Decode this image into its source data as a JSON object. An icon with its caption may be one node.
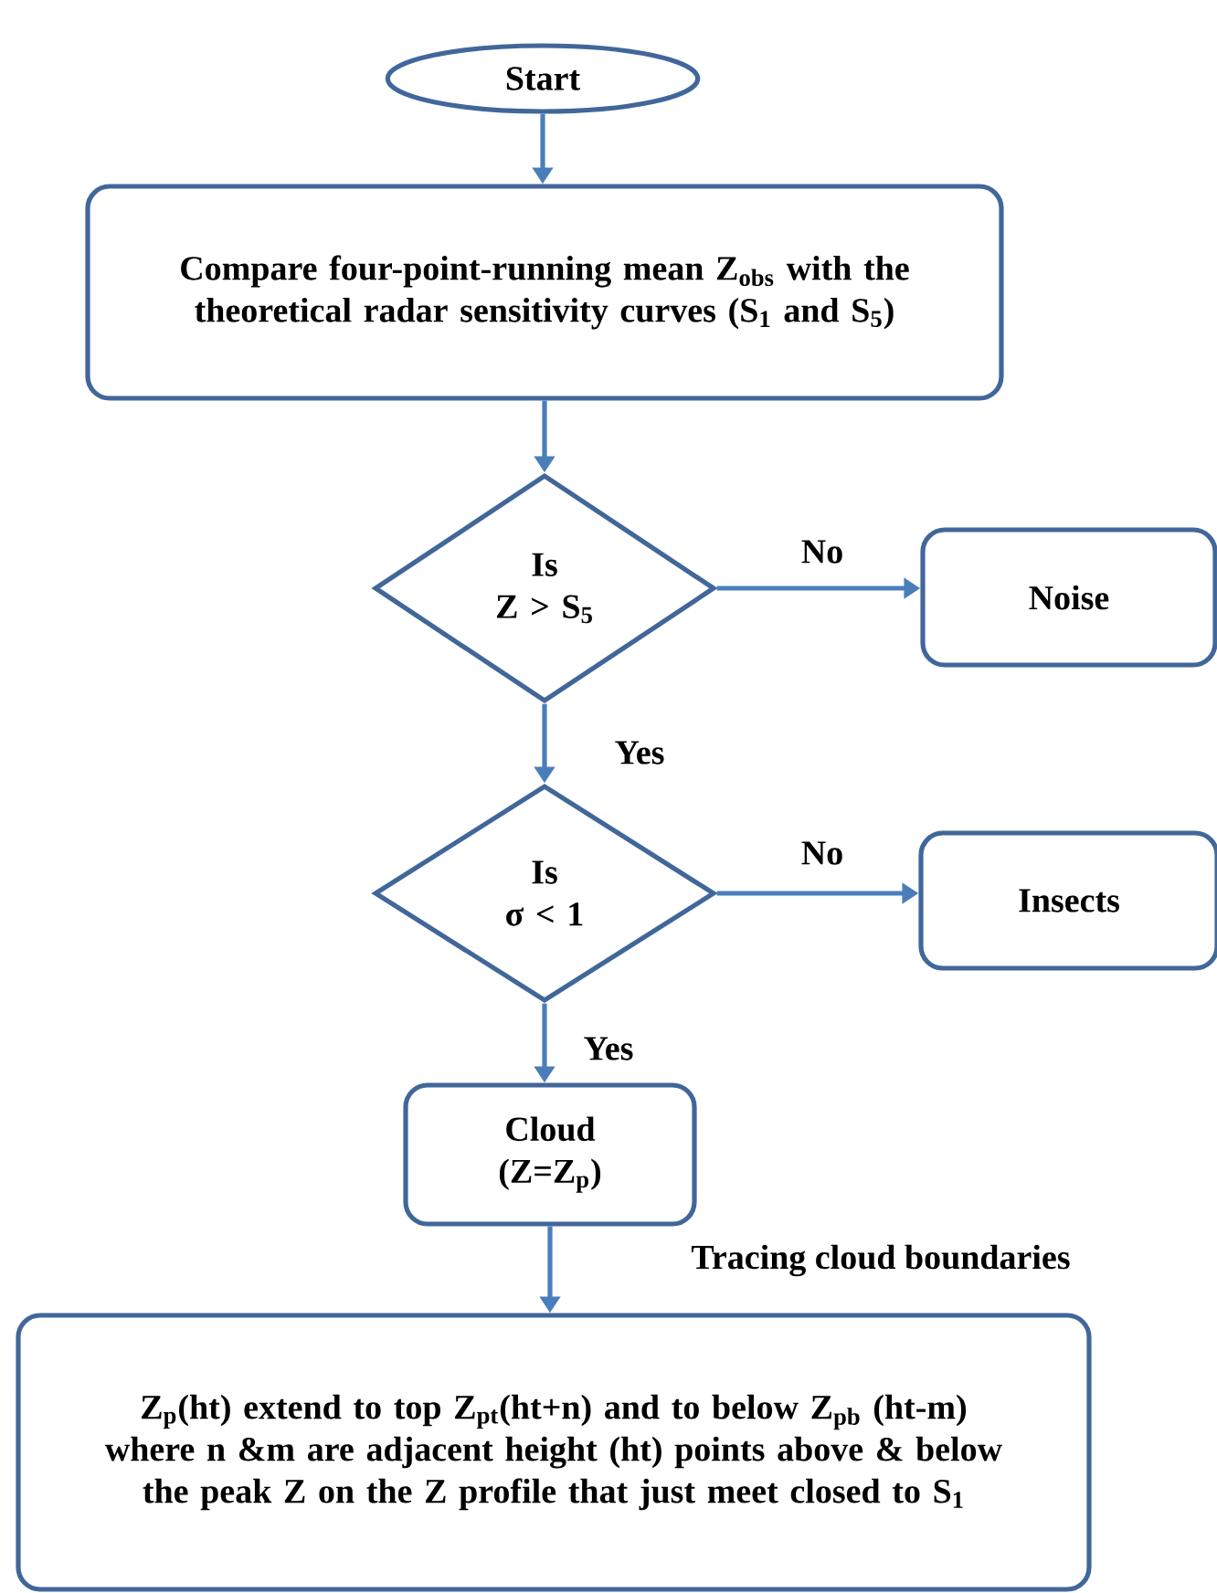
{
  "diagram": {
    "nodes": [
      {
        "text": [
          "Start"
        ]
      },
      {
        "text": [
          "Compare four-point-running mean Z$_{obs}$ with the theoretical radar sensitivity curves (S$_{1}$ and S$_{5}$)"
        ]
      },
      {
        "text": [
          "Is",
          "Z > S$_{5}$"
        ]
      },
      {
        "text": [
          "Noise"
        ]
      },
      {
        "text": [
          "Is",
          "σ < 1"
        ]
      },
      {
        "text": [
          "Insects"
        ]
      },
      {
        "text": [
          "Cloud",
          "(Z=Z$_{p}$)"
        ]
      },
      {
        "text": [
          "Z$_{p}$(ht) extend to top Z$_{pt}$(ht+n) and to below Z$_{pb}$ (ht-m) where n &m  are adjacent height (ht) points above & below the peak Z on the Z profile that just meet closed to S$_{1}$"
        ]
      }
    ],
    "edges": [
      {
        "from": 0,
        "to": 1,
        "arrow": "to"
      },
      {
        "from": 1,
        "to": 2,
        "arrow": "to"
      },
      {
        "from": 2,
        "to": 3,
        "arrow": "to",
        "label": "No"
      },
      {
        "from": 2,
        "to": 4,
        "arrow": "to",
        "label": "Yes"
      },
      {
        "from": 4,
        "to": 5,
        "arrow": "to",
        "label": "No"
      },
      {
        "from": 4,
        "to": 6,
        "arrow": "to",
        "label": "Yes"
      },
      {
        "from": 6,
        "to": 7,
        "arrow": "to",
        "label": "Tracing cloud boundaries"
      }
    ]
  }
}
